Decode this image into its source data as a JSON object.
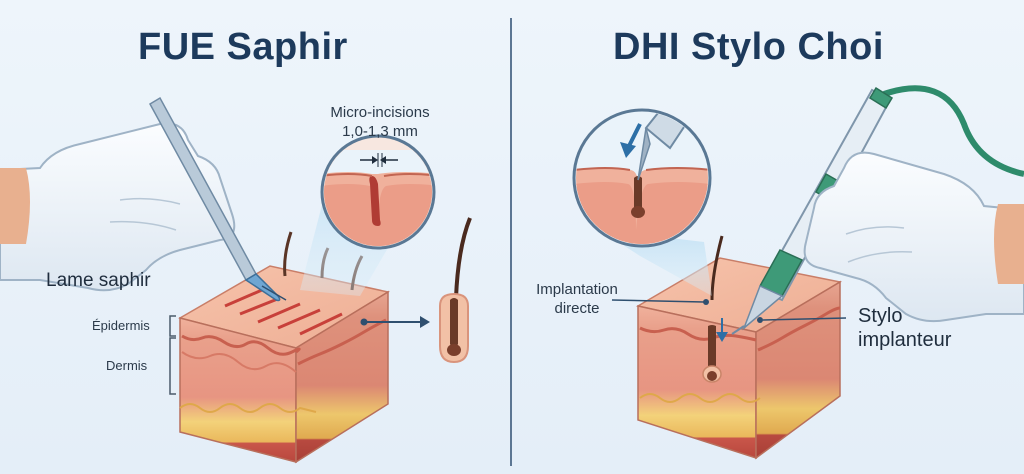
{
  "left_panel": {
    "title": "FUE Saphir",
    "micro_label_line1": "Micro-incisions",
    "micro_label_line2": "1,0-1,3 mm",
    "blade_label": "Lame saphir",
    "layer_epidermis": "Épidermis",
    "layer_dermis": "Dermis"
  },
  "right_panel": {
    "title": "DHI Stylo Choi",
    "implant_label_line1": "Implantation",
    "implant_label_line2": "directe",
    "pen_label_line1": "Stylo",
    "pen_label_line2": "implanteur"
  },
  "colors": {
    "background": "#e9f2fa",
    "title": "#1d3a5c",
    "skin_top": "#f2b49a",
    "dermis": "#eaa28e",
    "fat": "#f3d27a",
    "arrow": "#2f4f6f",
    "pen_accent": "#2e8b6b"
  },
  "icons": [
    "gloved-hand-icon",
    "scalpel-icon",
    "hair-follicle-icon",
    "implanter-pen-icon",
    "magnifier-inset-icon"
  ]
}
